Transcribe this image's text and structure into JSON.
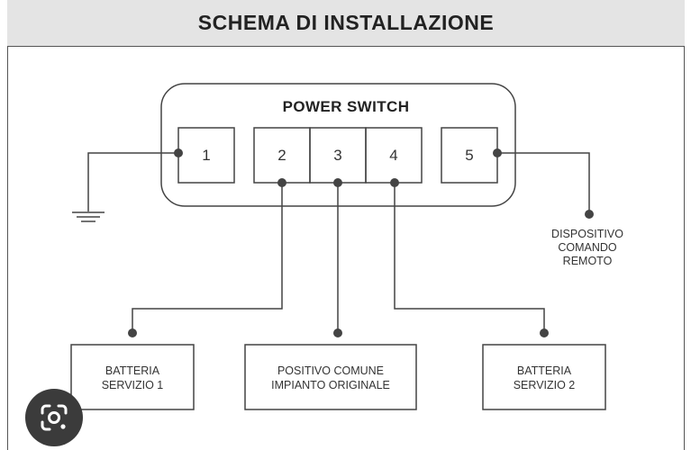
{
  "header": {
    "title": "SCHEMA DI INSTALLAZIONE"
  },
  "switch": {
    "title": "POWER SWITCH",
    "terminals": [
      "1",
      "2",
      "3",
      "4",
      "5"
    ]
  },
  "remote": {
    "lines": [
      "DISPOSITIVO",
      "COMANDO",
      "REMOTO"
    ]
  },
  "boxes": {
    "battery1": {
      "lines": [
        "BATTERIA",
        "SERVIZIO 1"
      ]
    },
    "common": {
      "lines": [
        "POSITIVO COMUNE",
        "IMPIANTO ORIGINALE"
      ]
    },
    "battery2": {
      "lines": [
        "BATTERIA",
        "SERVIZIO 2"
      ]
    }
  },
  "overlay": {
    "icon": "google-lens-icon"
  },
  "colors": {
    "line": "#444444",
    "header_bg": "#e4e4e4",
    "overlay_bg": "#3b3b3b"
  }
}
